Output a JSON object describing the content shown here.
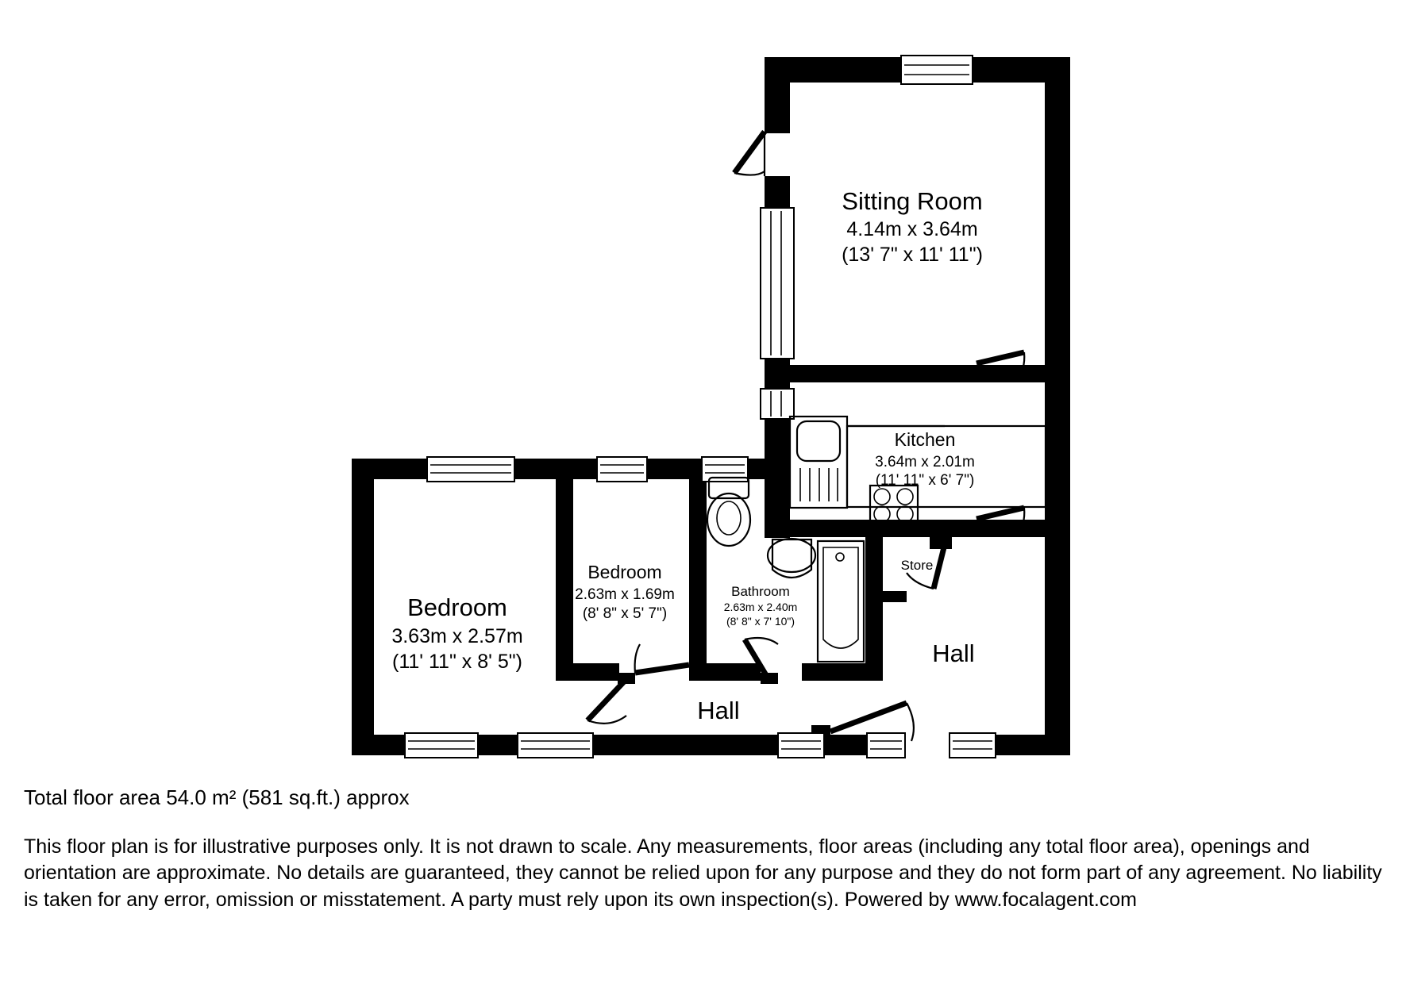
{
  "document": {
    "type": "floor-plan",
    "total_area_text": "Total floor area 54.0 m² (581 sq.ft.) approx",
    "disclaimer": "This floor plan is for illustrative purposes only. It is not drawn to scale. Any measurements, floor areas (including any total floor area), openings and orientation are approximate. No details are guaranteed, they cannot be relied upon for any purpose and they do not form part of any agreement. No liability is taken for any error, omission or misstatement. A party must rely upon its own inspection(s). Powered by www.focalagent.com",
    "provider": "www.focalagent.com"
  },
  "colors": {
    "wall": "#000000",
    "background": "#ffffff",
    "text": "#000000"
  },
  "rooms": [
    {
      "id": "sitting-room",
      "name": "Sitting Room",
      "metric": "4.14m x 3.64m",
      "imperial": "(13' 7\" x 11' 11\")"
    },
    {
      "id": "kitchen",
      "name": "Kitchen",
      "metric": "3.64m x 2.01m",
      "imperial": "(11' 11\" x 6' 7\")"
    },
    {
      "id": "bedroom-1",
      "name": "Bedroom",
      "metric": "3.63m x 2.57m",
      "imperial": "(11' 11\" x 8' 5\")"
    },
    {
      "id": "bedroom-2",
      "name": "Bedroom",
      "metric": "2.63m x 1.69m",
      "imperial": "(8' 8\" x 5' 7\")"
    },
    {
      "id": "bathroom",
      "name": "Bathroom",
      "metric": "2.63m x 2.40m",
      "imperial": "(8' 8\" x 7' 10\")"
    },
    {
      "id": "hall-lower",
      "name": "Hall",
      "metric": "",
      "imperial": ""
    },
    {
      "id": "hall-right",
      "name": "Hall",
      "metric": "",
      "imperial": ""
    },
    {
      "id": "store",
      "name": "Store",
      "metric": "",
      "imperial": ""
    }
  ],
  "fixtures": [
    {
      "id": "kitchen-sink",
      "label": "sink-with-drainer"
    },
    {
      "id": "kitchen-hob",
      "label": "four-burner-hob"
    },
    {
      "id": "bathroom-wc",
      "label": "toilet"
    },
    {
      "id": "bathroom-basin",
      "label": "wash-basin"
    },
    {
      "id": "bathroom-bath",
      "label": "bath-tub"
    }
  ]
}
